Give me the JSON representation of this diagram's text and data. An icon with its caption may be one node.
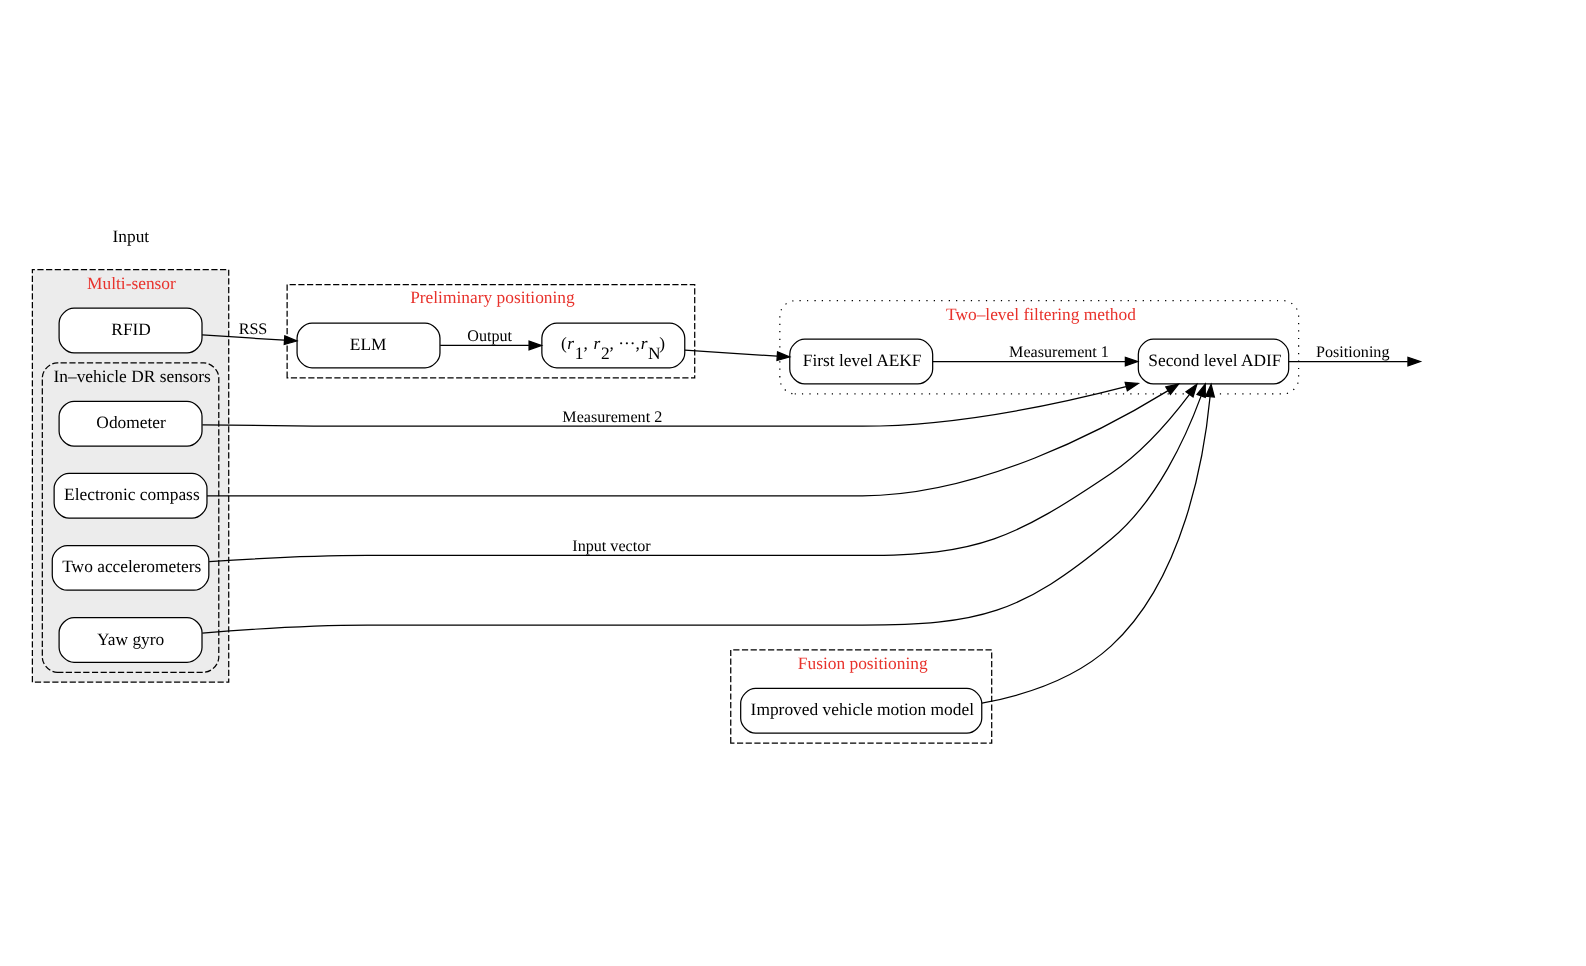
{
  "diagram": {
    "nodes": [
      {
        "text": [
          "Multi-sensor"
        ]
      },
      {
        "text": [
          "RFID"
        ],
        "in": 0
      },
      {
        "text": [
          "In–vehicle DR sensors"
        ],
        "in": 0
      },
      {
        "text": [
          "Odometer"
        ],
        "in": 2
      },
      {
        "text": [
          "Electronic compass"
        ],
        "in": 2
      },
      {
        "text": [
          "Two accelerometers"
        ],
        "in": 2
      },
      {
        "text": [
          "Yaw gyro"
        ],
        "in": 2
      },
      {
        "text": [
          "Preliminary positioning"
        ]
      },
      {
        "text": [
          "ELM"
        ],
        "in": 7
      },
      {
        "text": [
          "(*r*$_{1}$, *r*$_{2}$, ···,*r*$_{N}$)"
        ],
        "in": 7
      },
      {
        "text": [
          "Fusion positioning"
        ]
      },
      {
        "text": [
          "Two–level filtering method"
        ]
      },
      {
        "text": [
          "First level AEKF"
        ],
        "in": 11
      },
      {
        "text": [
          "Second level ADIF"
        ],
        "in": 11
      },
      {
        "text": [
          "Improved vehicle motion model"
        ],
        "in": 10
      }
    ],
    "edges": [
      {
        "from": 1,
        "to": 8,
        "arrow": "to",
        "label": "RSS"
      },
      {
        "from": 8,
        "to": 9,
        "arrow": "to",
        "label": "Output"
      },
      {
        "from": 9,
        "to": 12,
        "arrow": "to"
      },
      {
        "from": 12,
        "to": 13,
        "arrow": "to",
        "label": "Measurement 1"
      },
      {
        "from": 3,
        "to": 13,
        "arrow": "to",
        "label": "Measurement 2"
      },
      {
        "from": 4,
        "to": 13,
        "arrow": "to"
      },
      {
        "from": 5,
        "to": 13,
        "arrow": "to",
        "label": "Input vector"
      },
      {
        "from": 6,
        "to": 13,
        "arrow": "to"
      },
      {
        "from": 14,
        "to": 13,
        "arrow": "to"
      },
      {
        "from": 13,
        "to": null,
        "arrow": "to",
        "label": "Positioning"
      }
    ],
    "labels": [
      "Input"
    ]
  }
}
